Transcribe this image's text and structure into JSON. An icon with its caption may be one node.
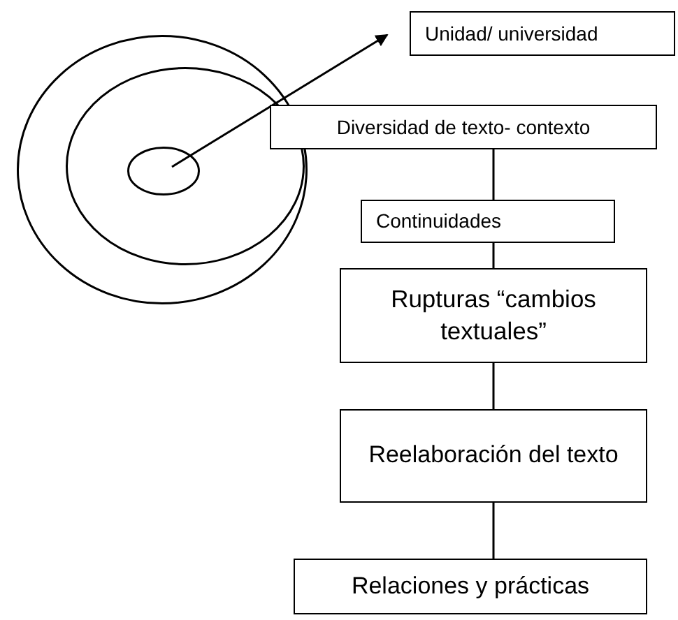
{
  "diagram": {
    "nodes": [
      {
        "text": [],
        "shape": "circle"
      },
      {
        "text": [],
        "shape": "circle",
        "in": 0
      },
      {
        "text": [],
        "shape": "circle",
        "in": 1
      },
      {
        "text": [
          "Unidad/ universidad"
        ]
      },
      {
        "text": [
          "Diversidad de texto- contexto"
        ]
      },
      {
        "text": [
          "Continuidades"
        ]
      },
      {
        "text": [
          "Rupturas “cambios textuales”"
        ]
      },
      {
        "text": [
          "Reelaboración del texto"
        ]
      },
      {
        "text": [
          "Relaciones y prácticas"
        ]
      }
    ],
    "edges": [
      {
        "from": 2,
        "to": 3,
        "arrow": "to"
      },
      {
        "from": 4,
        "to": 5,
        "arrow": "none"
      },
      {
        "from": 5,
        "to": 6,
        "arrow": "none"
      },
      {
        "from": 6,
        "to": 7,
        "arrow": "none"
      },
      {
        "from": 7,
        "to": 8,
        "arrow": "none"
      }
    ]
  }
}
